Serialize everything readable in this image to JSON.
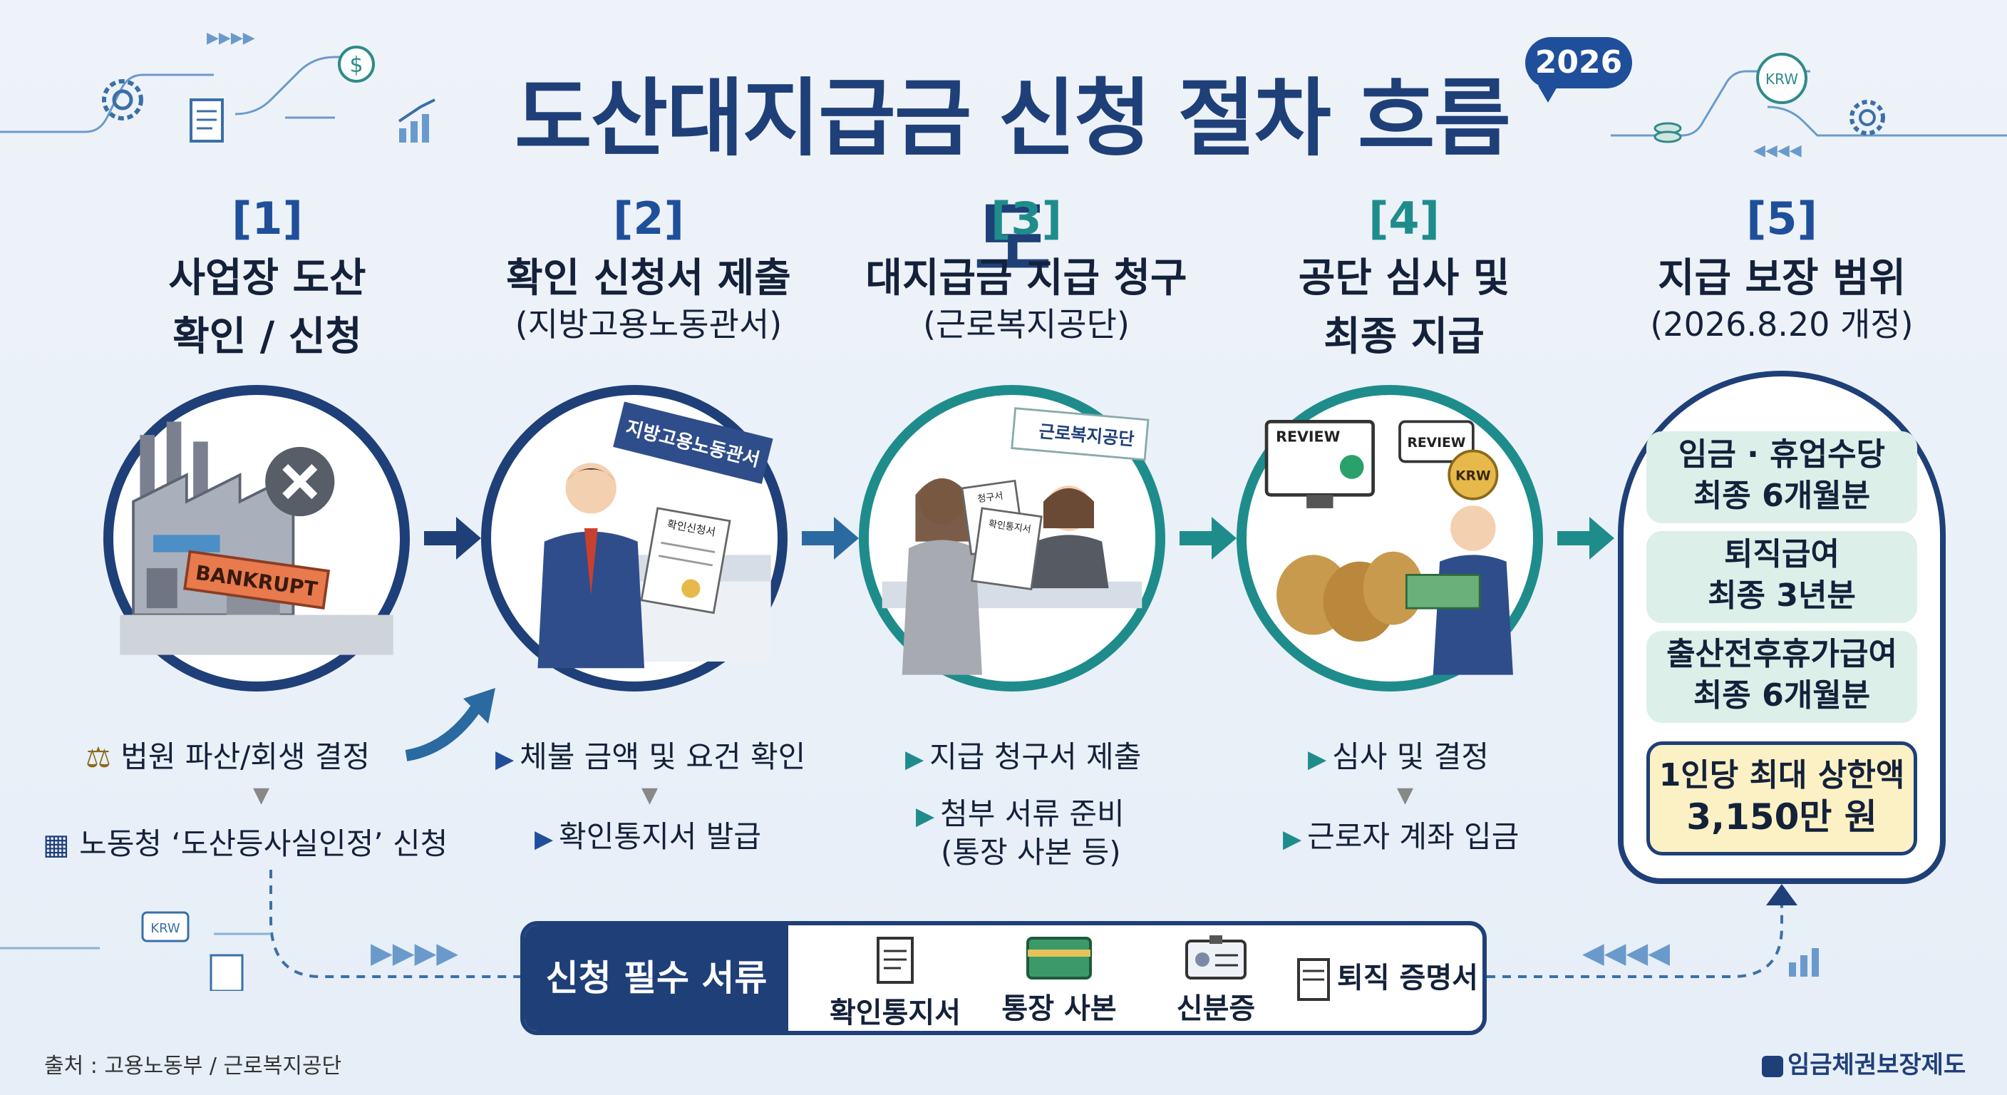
{
  "title": "도산대지급금 신청 절차 흐름도",
  "year": "2026",
  "steps": [
    {
      "num": "[1]",
      "title1": "사업장 도산",
      "title2": "확인 / 신청",
      "sub": "",
      "bankrupt": "BANKRUPT",
      "items": [
        "법원 파산/회생 결정",
        "노동청 ‘도산등사실인정’ 신청"
      ]
    },
    {
      "num": "[2]",
      "title1": "확인 신청서 제출",
      "title2": "",
      "sub": "(지방고용노동관서)",
      "sign": "지방고용노동관서",
      "doc": "확인신청서",
      "items": [
        "체불 금액 및 요건 확인",
        "확인통지서 발급"
      ]
    },
    {
      "num": "[3]",
      "title1": "대지급금 지급 청구",
      "title2": "",
      "sub": "(근로복지공단)",
      "sign": "근로복지공단",
      "doc1": "청구서",
      "doc2": "확인통지서",
      "items": [
        "지급 청구서 제출",
        "첨부 서류 준비",
        "(통장 사본 등)"
      ]
    },
    {
      "num": "[4]",
      "title1": "공단 심사 및",
      "title2": "최종 지급",
      "sub": "",
      "review": "REVIEW",
      "krw": "KRW",
      "items": [
        "심사 및 결정",
        "근로자 계좌 입금"
      ]
    },
    {
      "num": "[5]",
      "title1": "지급 보장 범위",
      "title2": "",
      "sub": "(2026.8.20 개정)"
    }
  ],
  "coverage": [
    {
      "line1": "임금 · 휴업수당",
      "line2": "최종 6개월분"
    },
    {
      "line1": "퇴직급여",
      "line2": "최종 3년분"
    },
    {
      "line1": "출산전후휴가급여",
      "line2": "최종 6개월분"
    },
    {
      "line1": "1인당 최대 상한액",
      "line2": "3,150만 원"
    }
  ],
  "docs": {
    "label": "신청 필수 서류",
    "items": [
      "확인통지서",
      "통장 사본",
      "신분증",
      "퇴직 증명서"
    ]
  },
  "deco": {
    "krw": "KRW",
    "dollar": "$"
  },
  "footer": {
    "source": "출처 : 고용노동부 / 근로복지공단",
    "brand": "임금체권보장제도"
  },
  "colors": {
    "navy": "#1f3f78",
    "teal": "#1f8c8c",
    "blue": "#1f4f9a",
    "mint": "#dcefe9",
    "gold": "#fcf1c4"
  }
}
